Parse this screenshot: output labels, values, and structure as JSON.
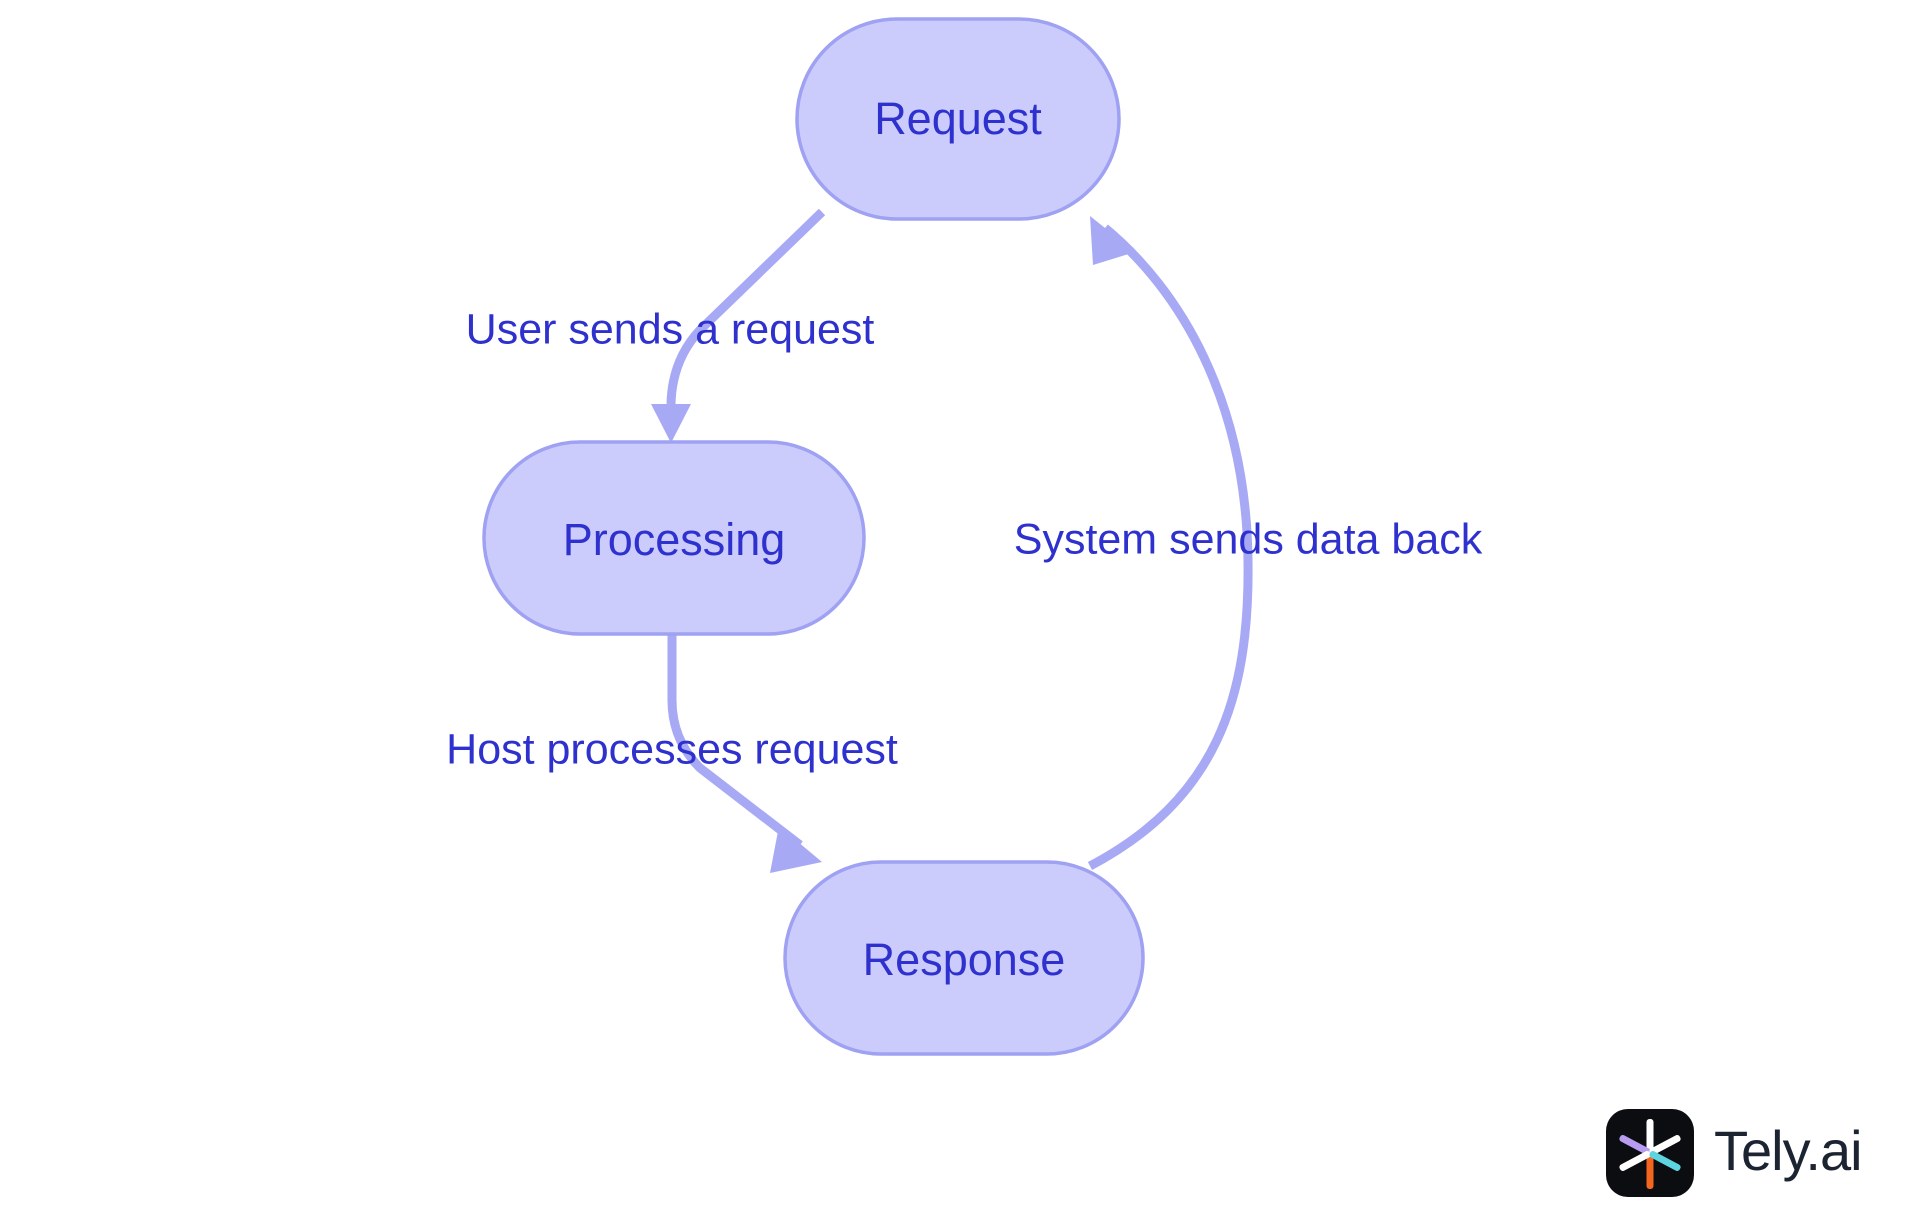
{
  "diagram": {
    "type": "flowchart",
    "background_color": "#ffffff",
    "node_fill": "#ccccfc",
    "node_stroke": "#9fa1f2",
    "node_text_color": "#2e31ce",
    "edge_color": "#a7a9f5",
    "edge_label_color": "#2e31ce",
    "nodes": [
      {
        "id": "request",
        "label": "Request"
      },
      {
        "id": "processing",
        "label": "Processing"
      },
      {
        "id": "response",
        "label": "Response"
      }
    ],
    "edges": [
      {
        "id": "request-to-processing",
        "from": "Request",
        "to": "Processing",
        "label": "User sends a request"
      },
      {
        "id": "processing-to-response",
        "from": "Processing",
        "to": "Response",
        "label": "Host processes request"
      },
      {
        "id": "response-to-request",
        "from": "Response",
        "to": "Request",
        "label": "System sends data back"
      }
    ]
  },
  "logo": {
    "wordmark": "Tely.ai",
    "mark_background": "#0b0d10",
    "spoke_colors": {
      "top": "#ffffff",
      "bottom": "#f4661f",
      "upper_left": "#b79cf0",
      "upper_right": "#ffffff",
      "lower_left": "#ffffff",
      "lower_right": "#5ed4e0"
    }
  }
}
